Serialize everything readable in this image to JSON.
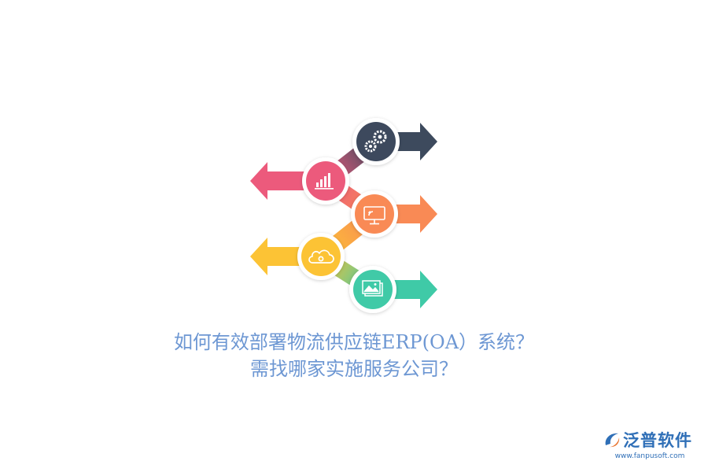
{
  "title": {
    "line1": "如何有效部署物流供应链ERP(OA）系统？",
    "line2": "需找哪家实施服务公司？",
    "color": "#6d97d3"
  },
  "steps": [
    {
      "icon": "gears-icon",
      "direction": "right",
      "color": "#3d4a5d"
    },
    {
      "icon": "bar-chart-icon",
      "direction": "left",
      "color": "#ec5a7c"
    },
    {
      "icon": "monitor-icon",
      "direction": "right",
      "color": "#f98a55"
    },
    {
      "icon": "cloud-icon",
      "direction": "left",
      "color": "#fcc335"
    },
    {
      "icon": "image-icon",
      "direction": "right",
      "color": "#3fcaa7"
    }
  ],
  "logo": {
    "name": "泛普软件",
    "url": "www.fanpusoft.com",
    "name_color": "#2f6fb7",
    "url_color": "#2f6fb7",
    "accent": "#e8722c"
  }
}
